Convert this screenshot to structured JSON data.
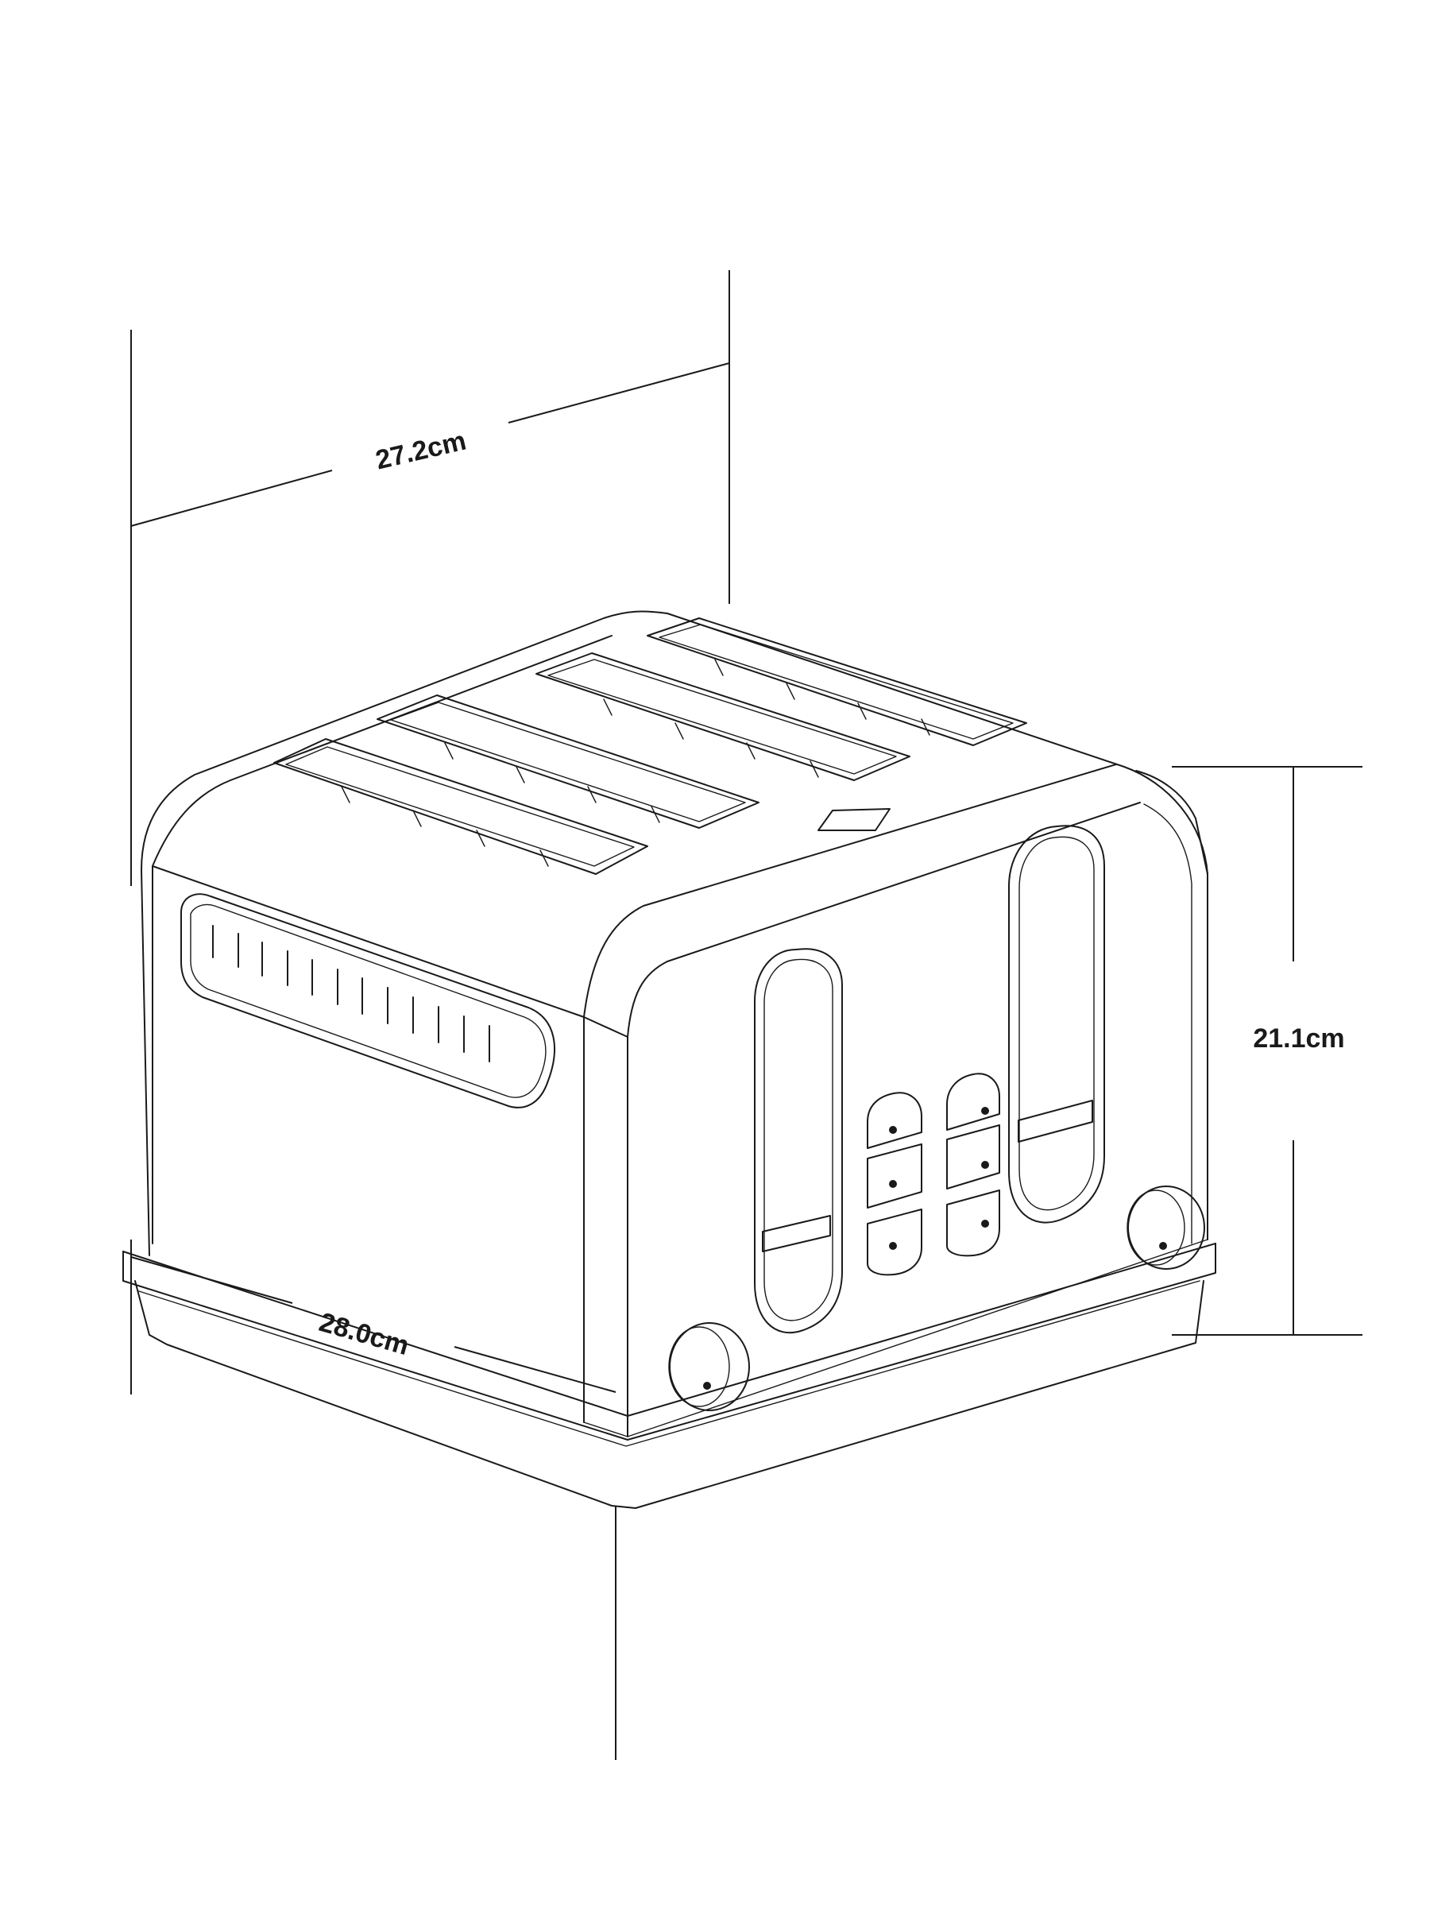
{
  "dimensions": {
    "depth": "27.2cm",
    "height": "21.1cm",
    "width": "28.0cm"
  },
  "colors": {
    "line": "#1a1a1a",
    "background": "#ffffff"
  }
}
